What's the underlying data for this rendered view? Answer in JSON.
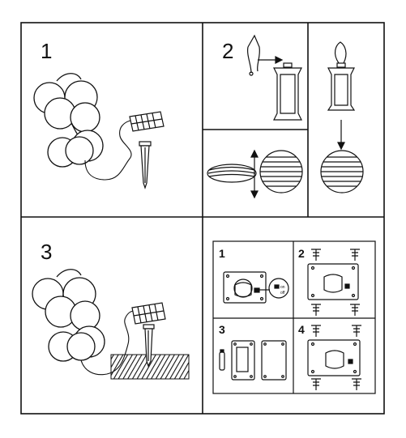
{
  "steps": [
    {
      "label": "1",
      "icon": "string-lights-solar-stake-icon"
    },
    {
      "label": "2",
      "icon": "lantern-assembly-icon"
    },
    {
      "label": "3",
      "icon": "stake-in-ground-icon"
    }
  ],
  "sub_steps": [
    "1",
    "2",
    "3",
    "4"
  ],
  "colors": {
    "line": "#111111",
    "background": "#ffffff"
  }
}
